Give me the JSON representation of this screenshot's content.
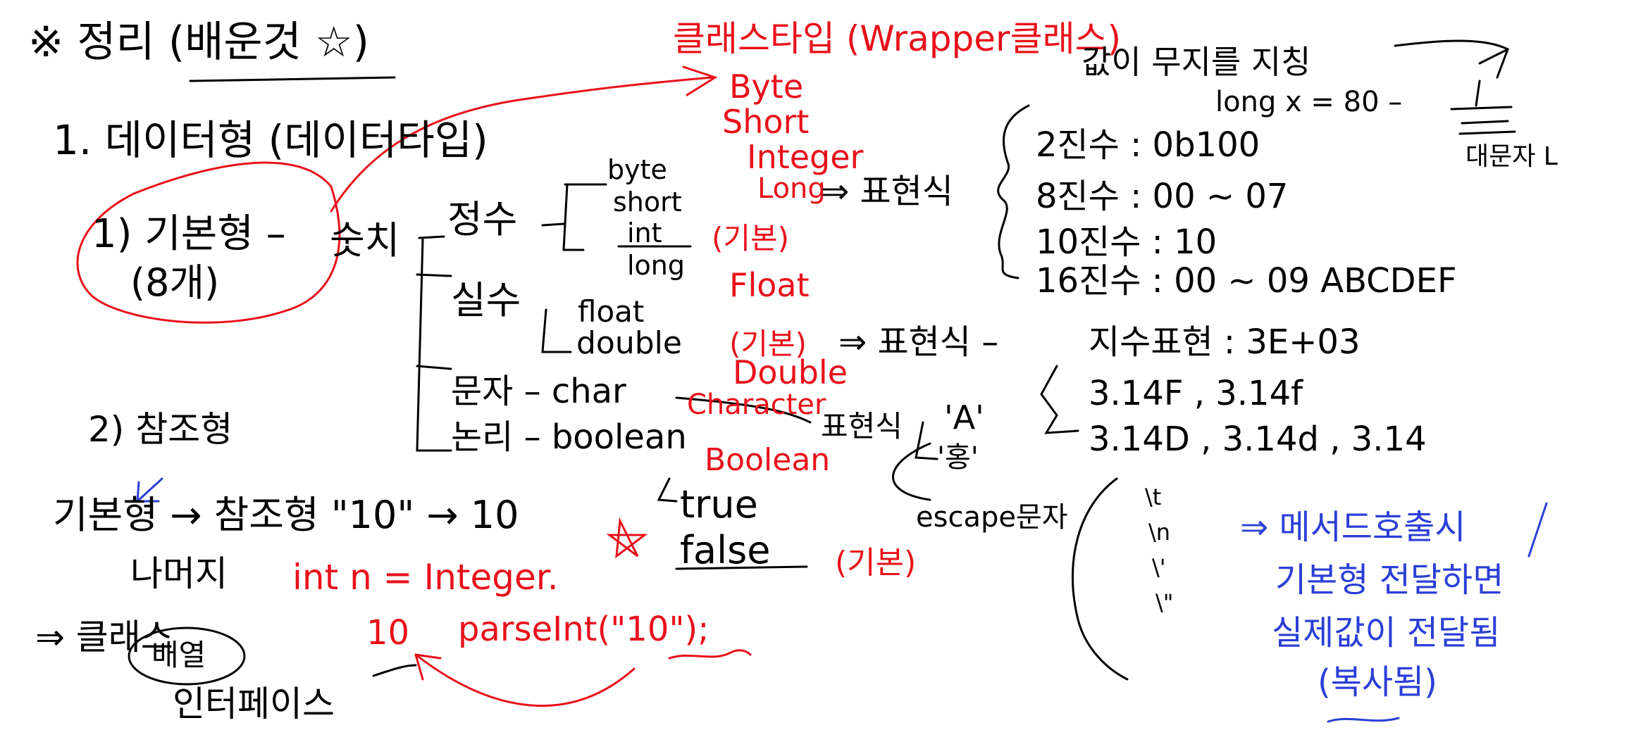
{
  "colors": {
    "black_ink": "#000000",
    "red_ink": "#e8111b",
    "blue_ink": "#2b3fd6",
    "background": "#ffffff"
  },
  "title": "※ 정리 (배운것 ☆)",
  "section1": {
    "heading": "1. 데이터형 (데이터타입)",
    "primitive_label": "1) 기본형 –",
    "primitive_count": "(8개)",
    "numeric_label": "숫치",
    "integer_label": "정수",
    "integer_types": [
      "byte",
      "short",
      "int",
      "long"
    ],
    "int_default_note": "(기본)",
    "real_label": "실수",
    "real_types": [
      "float",
      "double"
    ],
    "double_default_note": "(기본)",
    "char_row": "문자 – char",
    "bool_row": "논리 – boolean",
    "bool_values": [
      "true",
      "false"
    ],
    "false_default_note": "(기본)"
  },
  "wrapper": {
    "title": "클래스타입 (Wrapper클래스)",
    "classes": [
      "Byte",
      "Short",
      "Integer",
      "Long",
      "Float",
      "Double",
      "Character",
      "Boolean"
    ]
  },
  "integer_literals": {
    "arrow_label": "⇒ 표현식",
    "heading": "값이 무지를 지칭",
    "example": "long x = 80 –",
    "icon_caption": "대문자 L",
    "rows": [
      "2진수 : 0b100",
      "8진수 : 00 ~ 07",
      "10진수 : 10",
      "16진수 : 00 ~ 09 ABCDEF"
    ]
  },
  "real_literals": {
    "arrow_label": "⇒ 표현식 –",
    "rows": [
      "지수표현 : 3E+03",
      "3.14F , 3.14f",
      "3.14D , 3.14d , 3.14"
    ]
  },
  "char_literals": {
    "label": "표현식",
    "example_a": "'A'",
    "example_b": "'홍'",
    "escape_label": "escape문자",
    "escapes": [
      "\\t",
      "\\n",
      "\\'",
      "\\\""
    ]
  },
  "section2": {
    "label": "2) 참조형",
    "conversion": "기본형 → 참조형 \"10\" → 10",
    "wrap_note": "나머지",
    "int_code": "int n = Integer.",
    "parse_code": "parseInt(\"10\");",
    "parse_result": "10",
    "class_line": "⇒ 클래스",
    "array_label": "배열",
    "interface_label": "인터페이스"
  },
  "blue_note": {
    "lines": [
      "⇒ 메서드호출시",
      "기본형 전달하면",
      "실제값이 전달됨",
      "(복사됨)"
    ]
  }
}
